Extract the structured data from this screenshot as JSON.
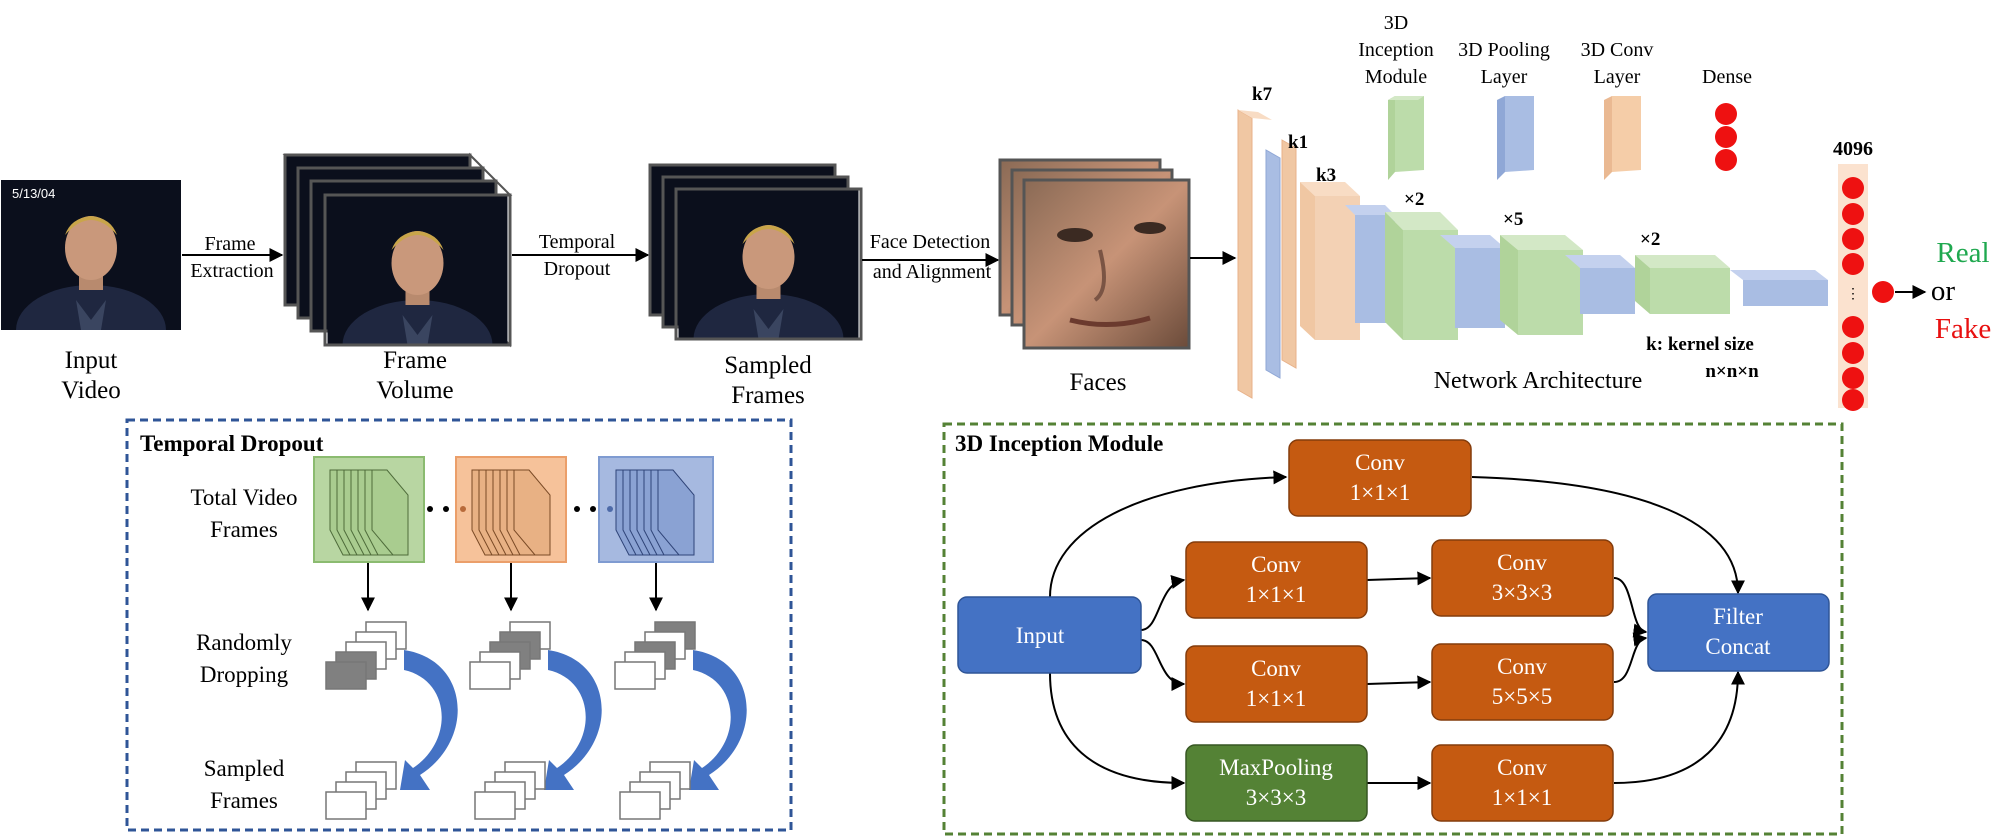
{
  "pipeline": {
    "video_stamp": "5/13/04",
    "input_video": [
      "Input",
      "Video"
    ],
    "frame_extraction": [
      "Frame",
      "Extraction"
    ],
    "frame_volume": [
      "Frame",
      "Volume"
    ],
    "temporal_dropout": [
      "Temporal",
      "Dropout"
    ],
    "sampled_frames": [
      "Sampled",
      "Frames"
    ],
    "face_detection": [
      "Face Detection",
      "and Alignment"
    ],
    "faces": "Faces"
  },
  "network": {
    "kernels": [
      "k7",
      "k1",
      "k3"
    ],
    "multipliers": [
      "×2",
      "×5",
      "×2"
    ],
    "dense_size": "4096",
    "label": "Network Architecture",
    "kernel_note": [
      "k: kernel size",
      "n×n×n"
    ],
    "legend": {
      "inception": [
        "3D",
        "Inception",
        "Module"
      ],
      "pooling": [
        "3D Pooling",
        "Layer"
      ],
      "conv": [
        "3D Conv",
        "Layer"
      ],
      "dense": "Dense"
    },
    "outputs": {
      "real": "Real",
      "or": "or",
      "fake": "Fake"
    },
    "colors": {
      "real": "#1fa84f",
      "fake": "#e81010",
      "conv": "#f5cda8",
      "pool": "#a9bde3",
      "inception": "#bcdcaa",
      "dense": "#ee1111"
    }
  },
  "temporal_dropout_panel": {
    "title": "Temporal Dropout",
    "rows": [
      [
        "Total Video",
        "Frames"
      ],
      [
        "Randomly",
        "Dropping"
      ],
      [
        "Sampled",
        "Frames"
      ]
    ],
    "colors": {
      "border": "#2f5597",
      "green": "#b8d6a2",
      "orange": "#f6c29a",
      "blue": "#a6b9e0",
      "arrow": "#4472c4",
      "dropped": "#808080"
    }
  },
  "inception_panel": {
    "title": "3D Inception Module",
    "input": "Input",
    "concat": [
      "Filter",
      "Concat"
    ],
    "conv_top": [
      "Conv",
      "1×1×1"
    ],
    "conv_a1": [
      "Conv",
      "1×1×1"
    ],
    "conv_a2": [
      "Conv",
      "3×3×3"
    ],
    "conv_b1": [
      "Conv",
      "1×1×1"
    ],
    "conv_b2": [
      "Conv",
      "5×5×5"
    ],
    "maxpool": [
      "MaxPooling",
      "3×3×3"
    ],
    "conv_c2": [
      "Conv",
      "1×1×1"
    ],
    "colors": {
      "border": "#548235",
      "blue": "#4472c4",
      "orange": "#c55a11",
      "green": "#548235"
    }
  }
}
